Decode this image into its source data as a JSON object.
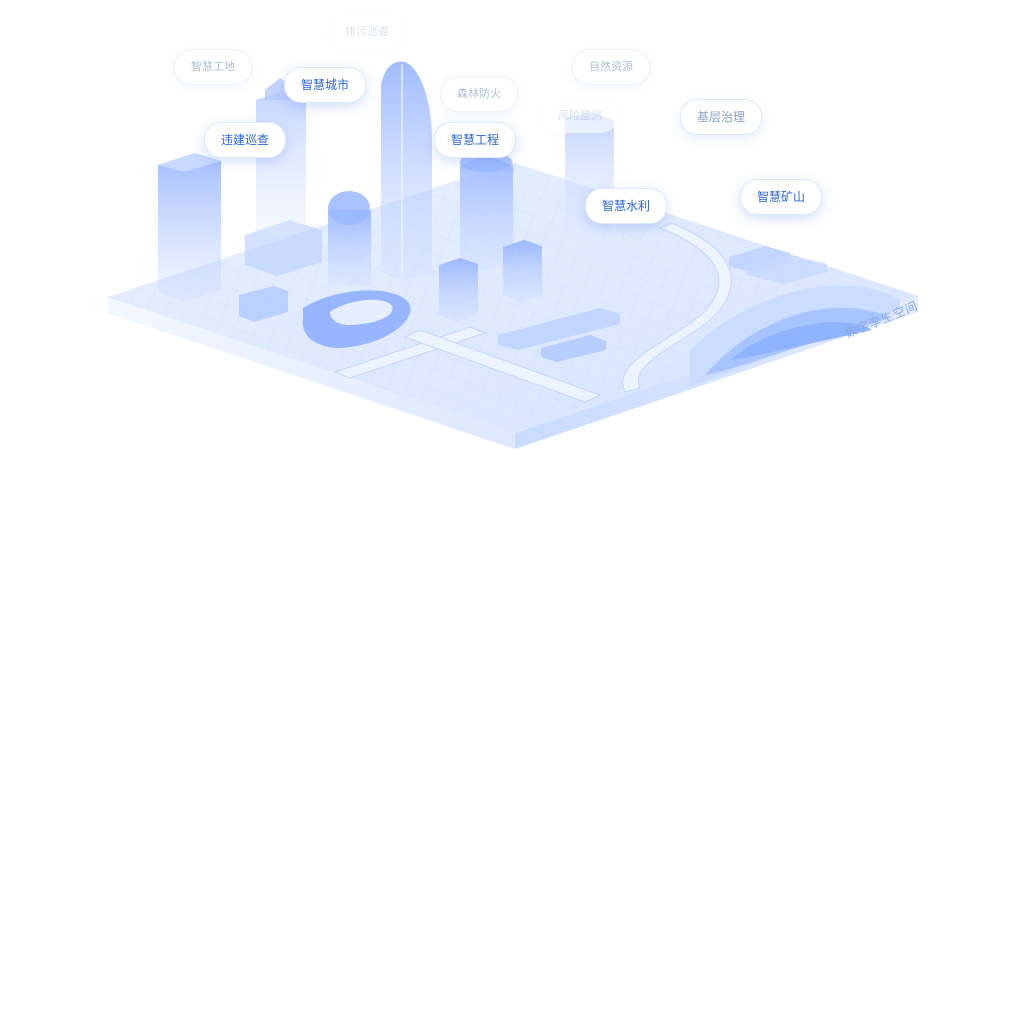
{
  "scene_caption": "数字孪生空间",
  "tags": {
    "smart_site": "智慧工地",
    "sewage_inspection": "排污巡查",
    "smart_city": "智慧城市",
    "forest_fire": "森林防火",
    "natural_resources": "自然资源",
    "risk_item": "风险监测",
    "grassroots": "基层治理",
    "illegal_building": "违建巡查",
    "smart_engineering": "智慧工程",
    "smart_water": "智慧水利",
    "smart_mine": "智慧矿山"
  },
  "colors": {
    "accent": "#2a66d9",
    "platform": "#dbe7ff",
    "building": "#a9c4ff"
  }
}
